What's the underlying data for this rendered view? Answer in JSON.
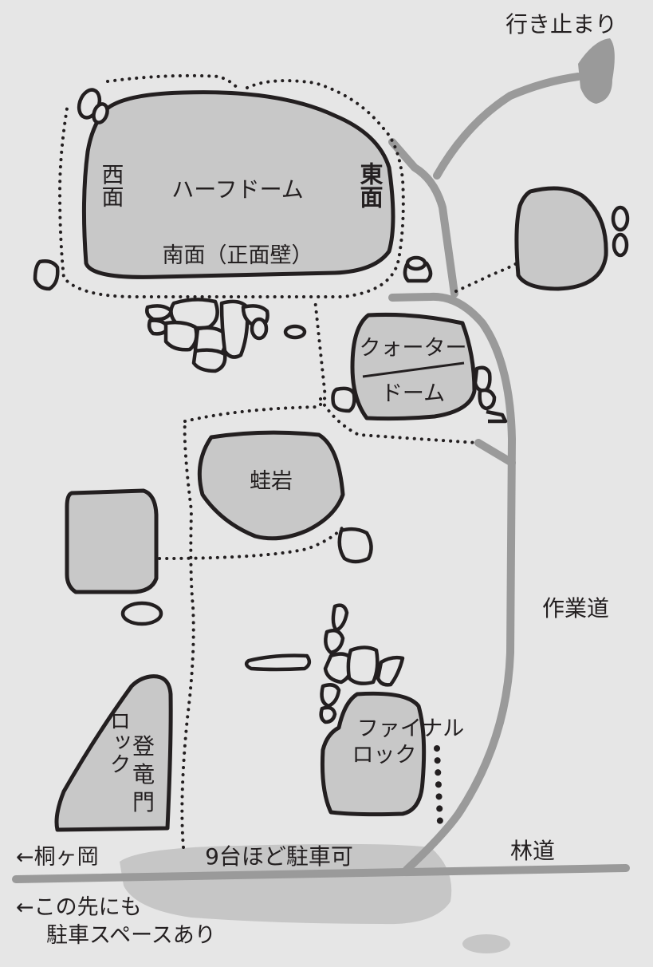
{
  "labels": {
    "dead_end": "行き止まり",
    "half_dome": "ハーフドーム",
    "west_face": "西面",
    "east_face": "東面",
    "south_face": "南面（正面壁）",
    "quarter_dome_1": "クォーター",
    "quarter_dome_2": "ドーム",
    "frog_rock": "蛙岩",
    "work_road": "作業道",
    "final_rock_1": "ファイナル",
    "final_rock_2": "ロック",
    "toryumon_1": "登",
    "toryumon_2": "竜",
    "toryumon_3": "門",
    "toryumon_rock": "ロック",
    "parking": "9台ほど駐車可",
    "forest_road": "林道",
    "kirigaoka": "←桐ヶ岡",
    "more_parking_1": "←この先にも",
    "more_parking_2": "駐車スペースあり"
  },
  "colors": {
    "background": "#e6e6e6",
    "rock_fill": "#c8c8c8",
    "road": "#9a9a9a",
    "parking_area": "#c6c6c6",
    "ink": "#231f20"
  }
}
